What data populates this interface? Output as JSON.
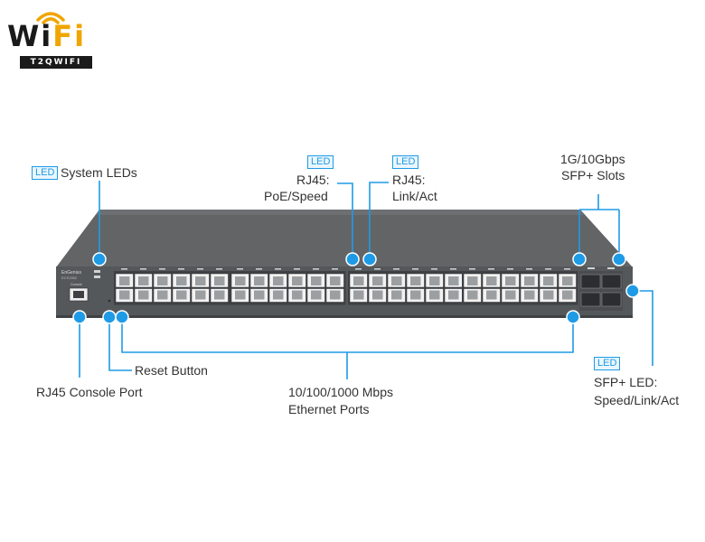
{
  "logo": {
    "word_left": "Wi",
    "word_right": "Fi",
    "tagline": "T2QWIFI"
  },
  "device": {
    "brand": "EnGenius",
    "model": "ECS1552",
    "console_label": "Console"
  },
  "labels": {
    "led_tag": "LED",
    "system_leds": "System LEDs",
    "rj45_poe_line1": "RJ45:",
    "rj45_poe_line2": "PoE/Speed",
    "rj45_link_line1": "RJ45:",
    "rj45_link_line2": "Link/Act",
    "sfp_slots_line1": "1G/10Gbps",
    "sfp_slots_line2": "SFP+ Slots",
    "reset_button": "Reset Button",
    "console_port": "RJ45 Console Port",
    "ethernet_line1": "10/100/1000 Mbps",
    "ethernet_line2": "Ethernet Ports",
    "sfp_led_line1": "SFP+ LED:",
    "sfp_led_line2": "Speed/Link/Act"
  },
  "colors": {
    "accent": "#1e9be6",
    "chassis_top": "#5f6163",
    "chassis_front": "#55585b",
    "port": "#f4f4f4",
    "logo_orange": "#f0a500"
  }
}
